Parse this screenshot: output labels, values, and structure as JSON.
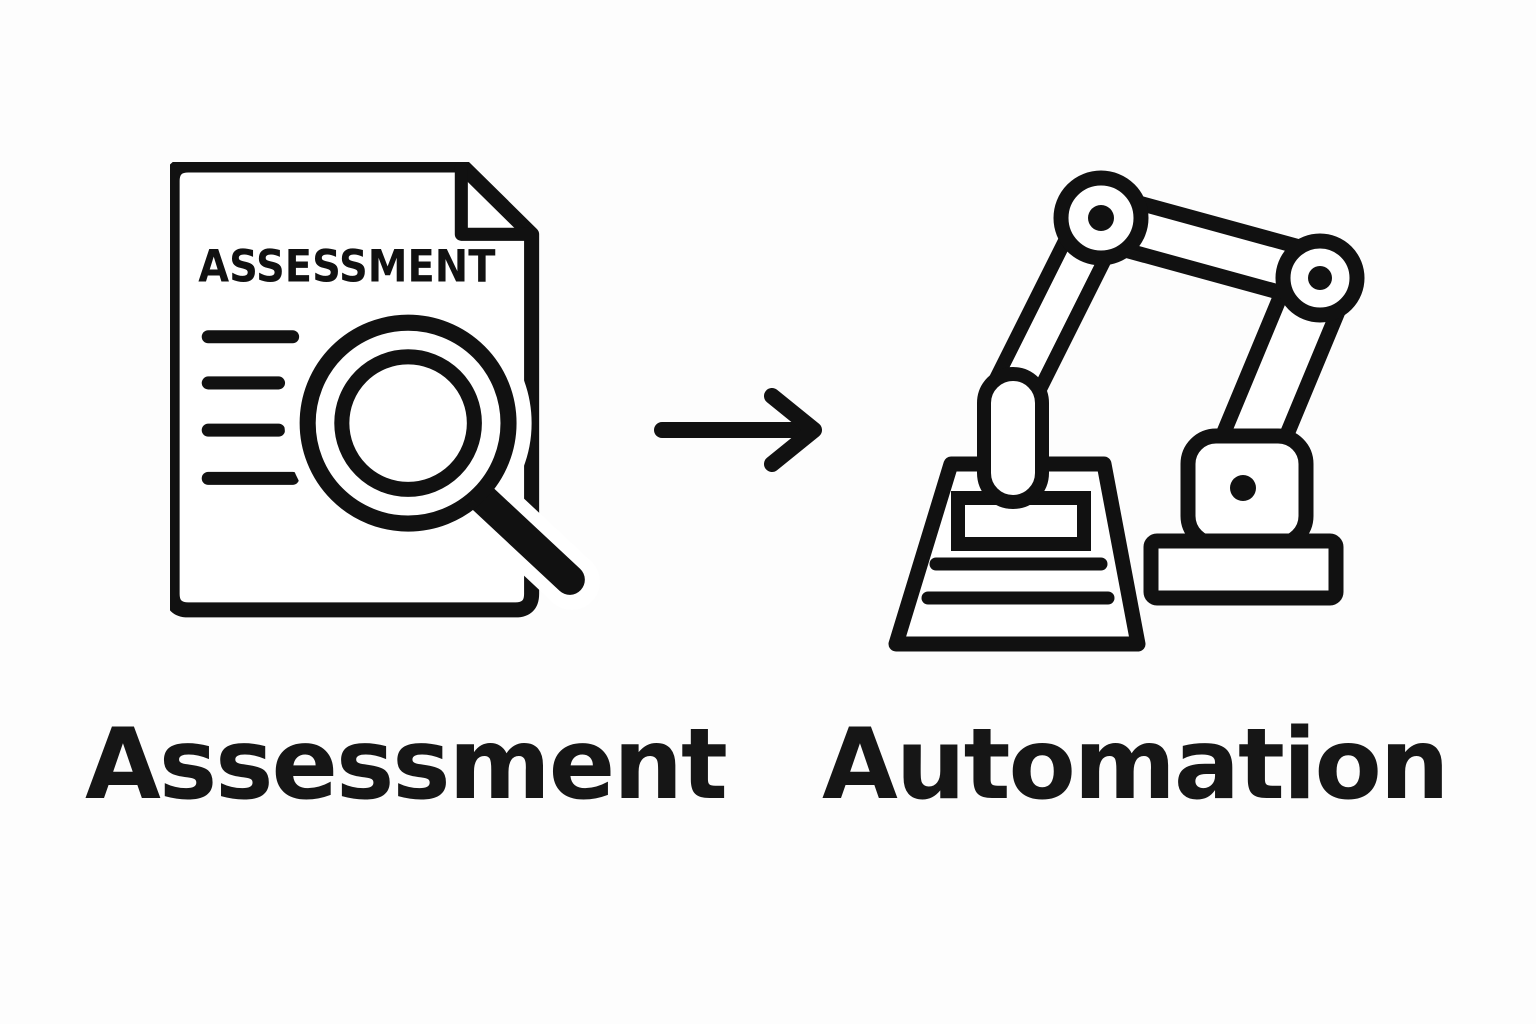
{
  "diagram": {
    "background_color": "#fdfdfd",
    "ink_color": "#111111",
    "left": {
      "label": "Assessment",
      "doc_title": "ASSESSMENT",
      "icon": "document-magnifier-icon"
    },
    "connector": {
      "icon": "right-arrow-icon",
      "direction": "right"
    },
    "right": {
      "label": "Automation",
      "icon": "robot-arm-stamp-icon"
    }
  }
}
